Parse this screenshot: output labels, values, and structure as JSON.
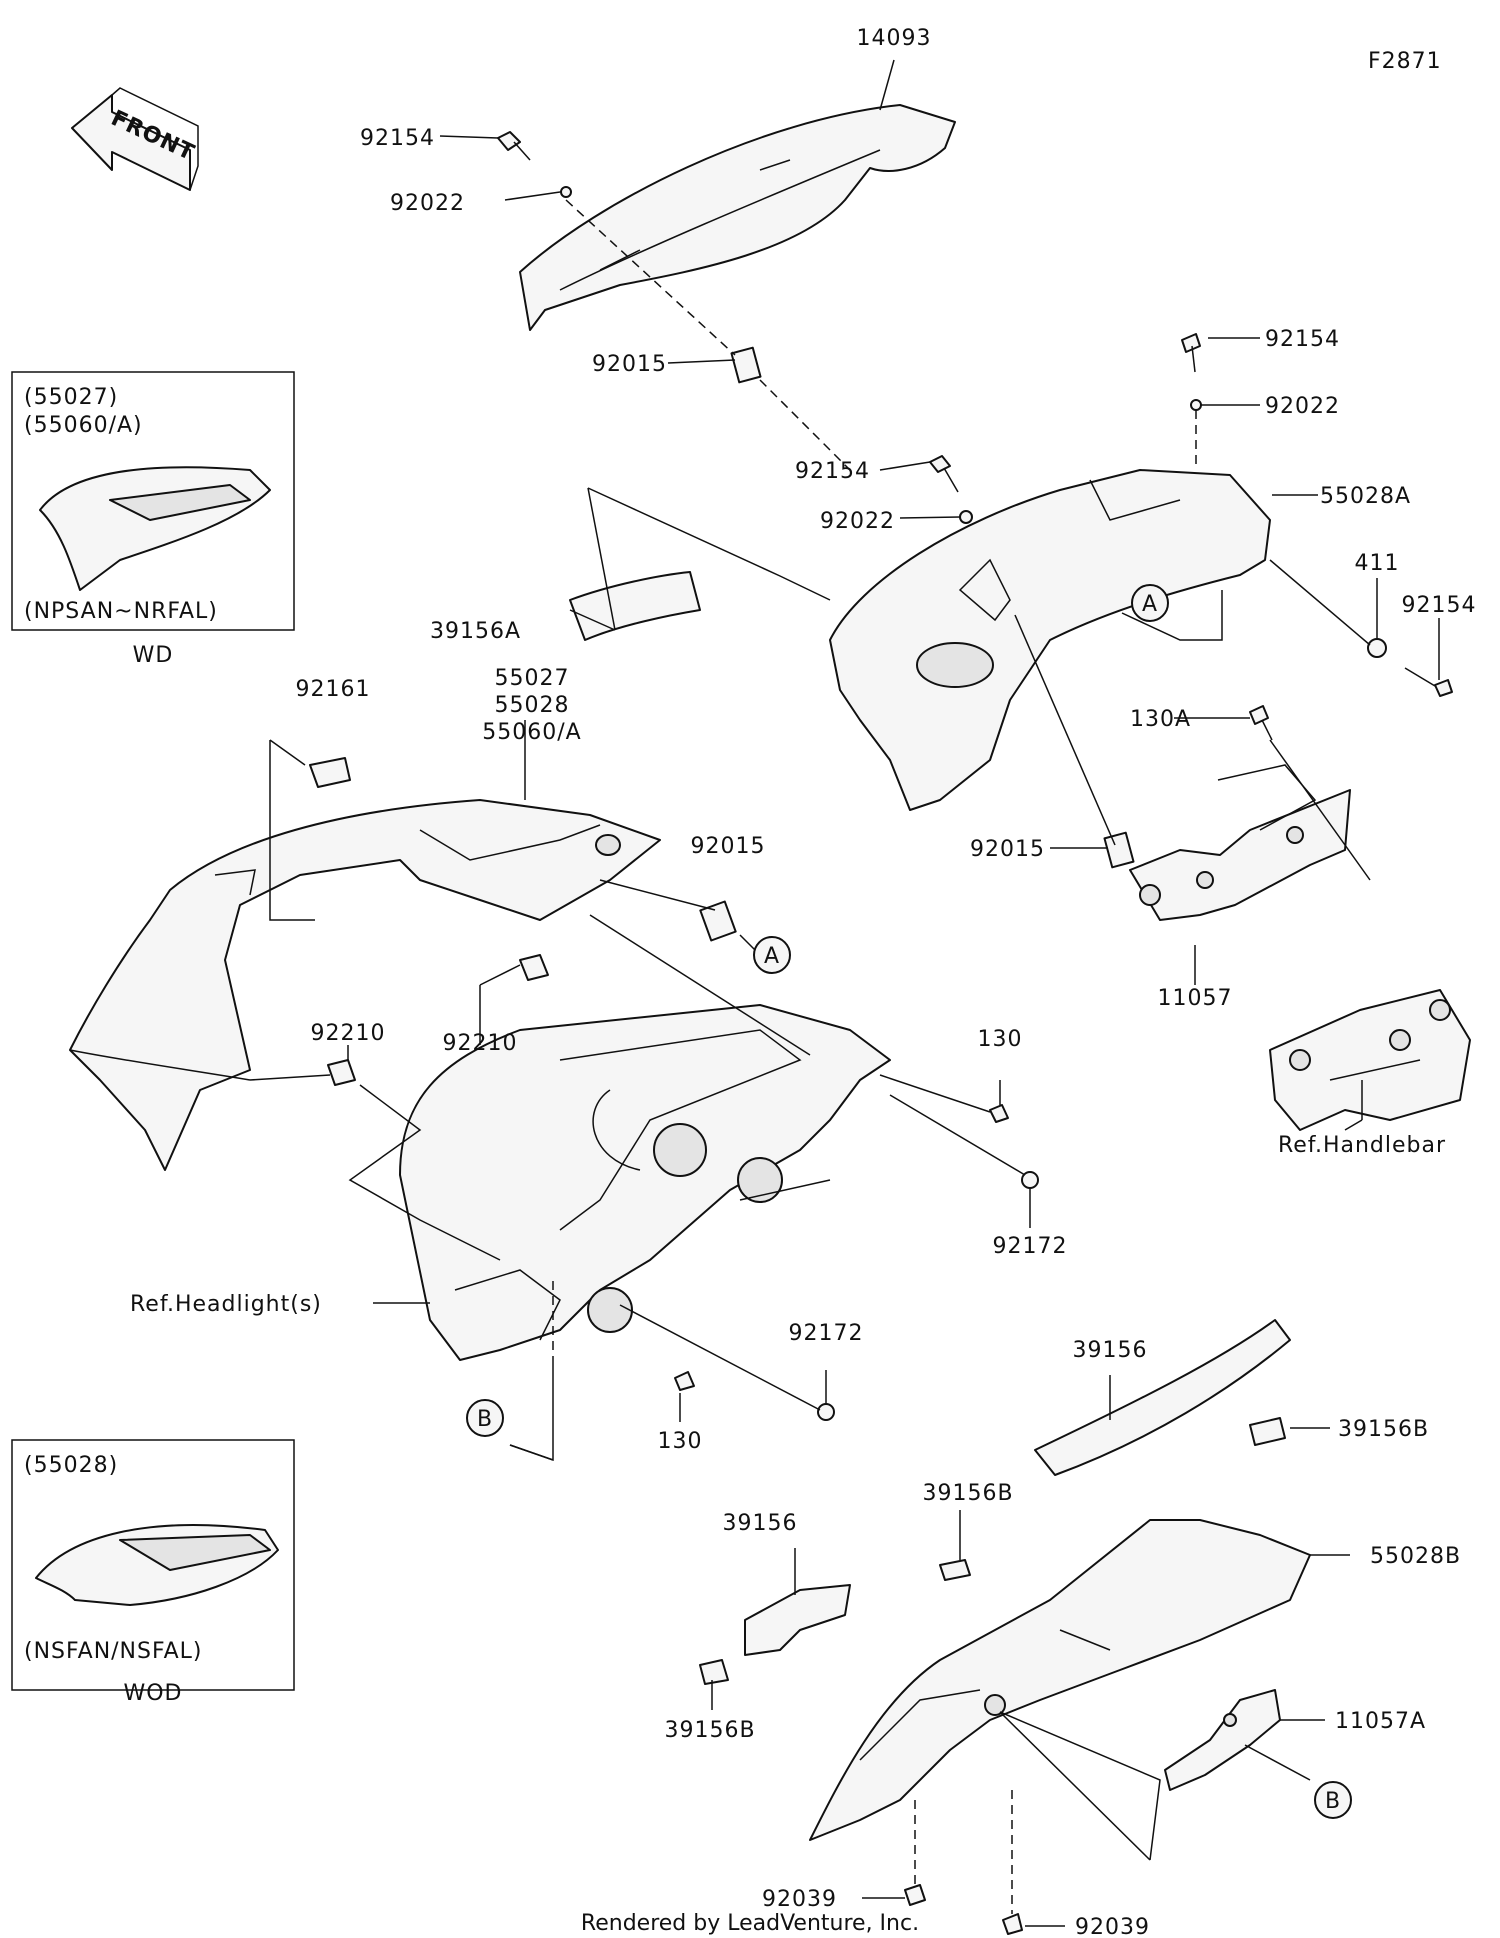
{
  "figure_code": "F2871",
  "footer": "Rendered by LeadVenture, Inc.",
  "front_arrow": {
    "text": "FRONT",
    "icon": "front-direction-arrow-icon"
  },
  "insets": [
    {
      "parts": [
        "(55027)",
        "(55060/A)"
      ],
      "range": "(NPSAN~NRFAL)",
      "caption": "WD"
    },
    {
      "parts": [
        "(55028)"
      ],
      "range": "(NSFAN/NSFAL)",
      "caption": "WOD"
    }
  ],
  "callouts": [
    "A",
    "A",
    "B",
    "B"
  ],
  "part_labels": [
    "14093",
    "92154",
    "92022",
    "92015",
    "92154",
    "92022",
    "55028A",
    "92154",
    "92022",
    "411",
    "92154",
    "39156A",
    "92161",
    "55027",
    "55028",
    "55060/A",
    "92015",
    "130A",
    "92015",
    "11057",
    "92210",
    "92210",
    "130",
    "92172",
    "Ref.Handlebar",
    "Ref.Headlight(s)",
    "92172",
    "130",
    "39156",
    "39156B",
    "39156B",
    "39156",
    "55028B",
    "39156B",
    "11057A",
    "92039",
    "92039"
  ]
}
